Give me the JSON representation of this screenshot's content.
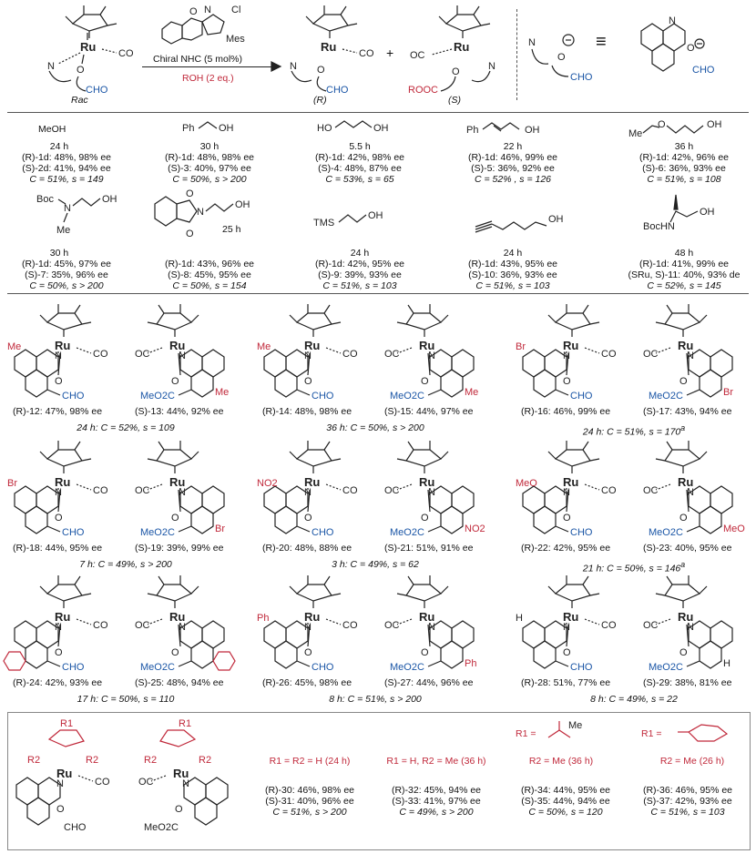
{
  "header": {
    "rac_label": "Rac",
    "reagent_catalyst": "Chiral NHC (5 mol%)",
    "reagent_alcohol": "ROH (2 eq.)",
    "plus": "+",
    "prod_r_label": "(R)",
    "prod_s_label": "(S)",
    "co_label": "CO",
    "oc_label": "OC",
    "cho_label": "CHO",
    "roocho_label": "ROOC",
    "ru_label": "Ru",
    "n_label": "N",
    "o_label": "O",
    "cl_label": "Cl",
    "mes_label": "Mes",
    "equiv_symbol": "≡"
  },
  "alcohols_row1": [
    {
      "name": "MeOH",
      "time": "24 h",
      "r": "(R)-1d: 48%, 98% ee",
      "s": "(S)-2d: 41%, 94% ee",
      "cs": "C = 51%, s = 149"
    },
    {
      "name": "benzyl alcohol",
      "time": "30 h",
      "r": "(R)-1d: 48%, 98% ee",
      "s": "(S)-3: 40%, 97% ee",
      "cs": "C = 50%, s > 200"
    },
    {
      "name": "propane-1,3-diol",
      "time": "5.5 h",
      "r": "(R)-1d: 42%, 98% ee",
      "s": "(S)-4: 48%, 87% ee",
      "cs": "C = 53%, s = 65"
    },
    {
      "name": "cinnamyl alcohol",
      "time": "22 h",
      "r": "(R)-1d: 46%, 99% ee",
      "s": "(S)-5: 36%, 92% ee",
      "cs": "C = 52% , s = 126"
    },
    {
      "name": "2-ethoxyethanol",
      "time": "36 h",
      "r": "(R)-1d: 42%, 96% ee",
      "s": "(S)-6: 36%, 93% ee",
      "cs": "C = 51%, s = 108"
    }
  ],
  "alcohols_row2": [
    {
      "name": "N-Boc-N-methylethanolamine",
      "time": "30 h",
      "r": "(R)-1d: 45%, 97% ee",
      "s": "(S)-7: 35%, 96% ee",
      "cs": "C = 50%, s > 200"
    },
    {
      "name": "N-(2-hydroxyethyl)phthalimide",
      "time": "25 h",
      "r": "(R)-1d: 43%, 96% ee",
      "s": "(S)-8: 45%, 95% ee",
      "cs": "C = 50%, s = 154"
    },
    {
      "name": "2-(trimethylsilyl)ethanol",
      "time": "24 h",
      "r": "(R)-1d: 42%, 95% ee",
      "s": "(S)-9: 39%, 93% ee",
      "cs": "C = 51%, s = 103"
    },
    {
      "name": "hex-5-yn-1-ol",
      "time": "24 h",
      "r": "(R)-1d: 43%, 95% ee",
      "s": "(S)-10: 36%, 93% ee",
      "cs": "C = 51%, s = 103"
    },
    {
      "name": "N-Boc-alaninol",
      "time": "48 h",
      "r": "(R)-1d: 41%, 99% ee",
      "s": "(SRu, S)-11: 40%, 93% de",
      "cs": "C = 52%, s = 145"
    }
  ],
  "labels": {
    "boc": "Boc",
    "me": "Me",
    "n": "N",
    "oh": "OH",
    "ho": "HO",
    "ph": "Ph",
    "tms": "TMS",
    "bochn": "BocHN",
    "meoh": "MeOH"
  },
  "pairs_row1": [
    {
      "r": "(R)-12: 47%, 98% ee",
      "s": "(S)-13: 44%, 92% ee",
      "cs": "24 h: C = 52%, s = 109",
      "sub": "Me"
    },
    {
      "r": "(R)-14: 48%, 98% ee",
      "s": "(S)-15: 44%, 97% ee",
      "cs": "36 h: C = 50%, s > 200",
      "sub": "Me"
    },
    {
      "r": "(R)-16: 46%, 99% ee",
      "s": "(S)-17: 43%, 94% ee",
      "cs": "24 h: C = 51%, s = 170",
      "sup": "a",
      "sub": "Br"
    }
  ],
  "pairs_row2": [
    {
      "r": "(R)-18: 44%, 95% ee",
      "s": "(S)-19: 39%, 99% ee",
      "cs": "7 h: C = 49%, s > 200",
      "sub": "Br"
    },
    {
      "r": "(R)-20: 48%, 88% ee",
      "s": "(S)-21: 51%, 91% ee",
      "cs": "3 h: C = 49%, s = 62",
      "sub": "NO2"
    },
    {
      "r": "(R)-22: 42%, 95% ee",
      "s": "(S)-23: 40%, 95% ee",
      "cs": "21 h: C = 50%, s = 146",
      "sup": "a",
      "sub": "MeO"
    }
  ],
  "pairs_row3": [
    {
      "r": "(R)-24: 42%, 93% ee",
      "s": "(S)-25: 48%, 94% ee",
      "cs": "17 h: C = 50%, s = 110"
    },
    {
      "r": "(R)-26: 45%, 98% ee",
      "s": "(S)-27: 44%, 96% ee",
      "cs": "8 h: C = 51%, s > 200",
      "sub": "Ph"
    },
    {
      "r": "(R)-28: 51%, 77% ee",
      "s": "(S)-29: 38%, 81% ee",
      "cs": "8 h: C = 49%, s = 22",
      "sub": "H"
    }
  ],
  "bottom_box": {
    "r1": "R1",
    "r2": "R2",
    "variants": [
      {
        "head": "R1 = R2 = H (24 h)",
        "r": "(R)-30: 46%, 98% ee",
        "s": "(S)-31: 40%, 96% ee",
        "cs": "C = 51%, s > 200"
      },
      {
        "head": "R1 = H, R2 = Me (36 h)",
        "r": "(R)-32: 45%, 94% ee",
        "s": "(S)-33: 41%, 97% ee",
        "cs": "C = 49%, s > 200"
      },
      {
        "head": "R1 = isopropyl; R2 = Me (36 h)",
        "head_r1": "R1 =",
        "head_r2": "R2 = Me (36 h)",
        "r": "(R)-34: 44%, 95% ee",
        "s": "(S)-35: 44%, 94% ee",
        "cs": "C = 50%, s = 120"
      },
      {
        "head": "R1 = cyclohexyl; R2 = Me (26 h)",
        "head_r1": "R1 =",
        "head_r2": "R2 = Me (26 h)",
        "r": "(R)-36: 46%, 95% ee",
        "s": "(S)-37: 42%, 93% ee",
        "cs": "C = 51%, s = 103"
      }
    ],
    "me_label": "Me",
    "meo2c_label": "MeO2C"
  },
  "colors": {
    "accent_red": "#c0283a",
    "accent_blue": "#1b56a6",
    "ink": "#222222"
  }
}
